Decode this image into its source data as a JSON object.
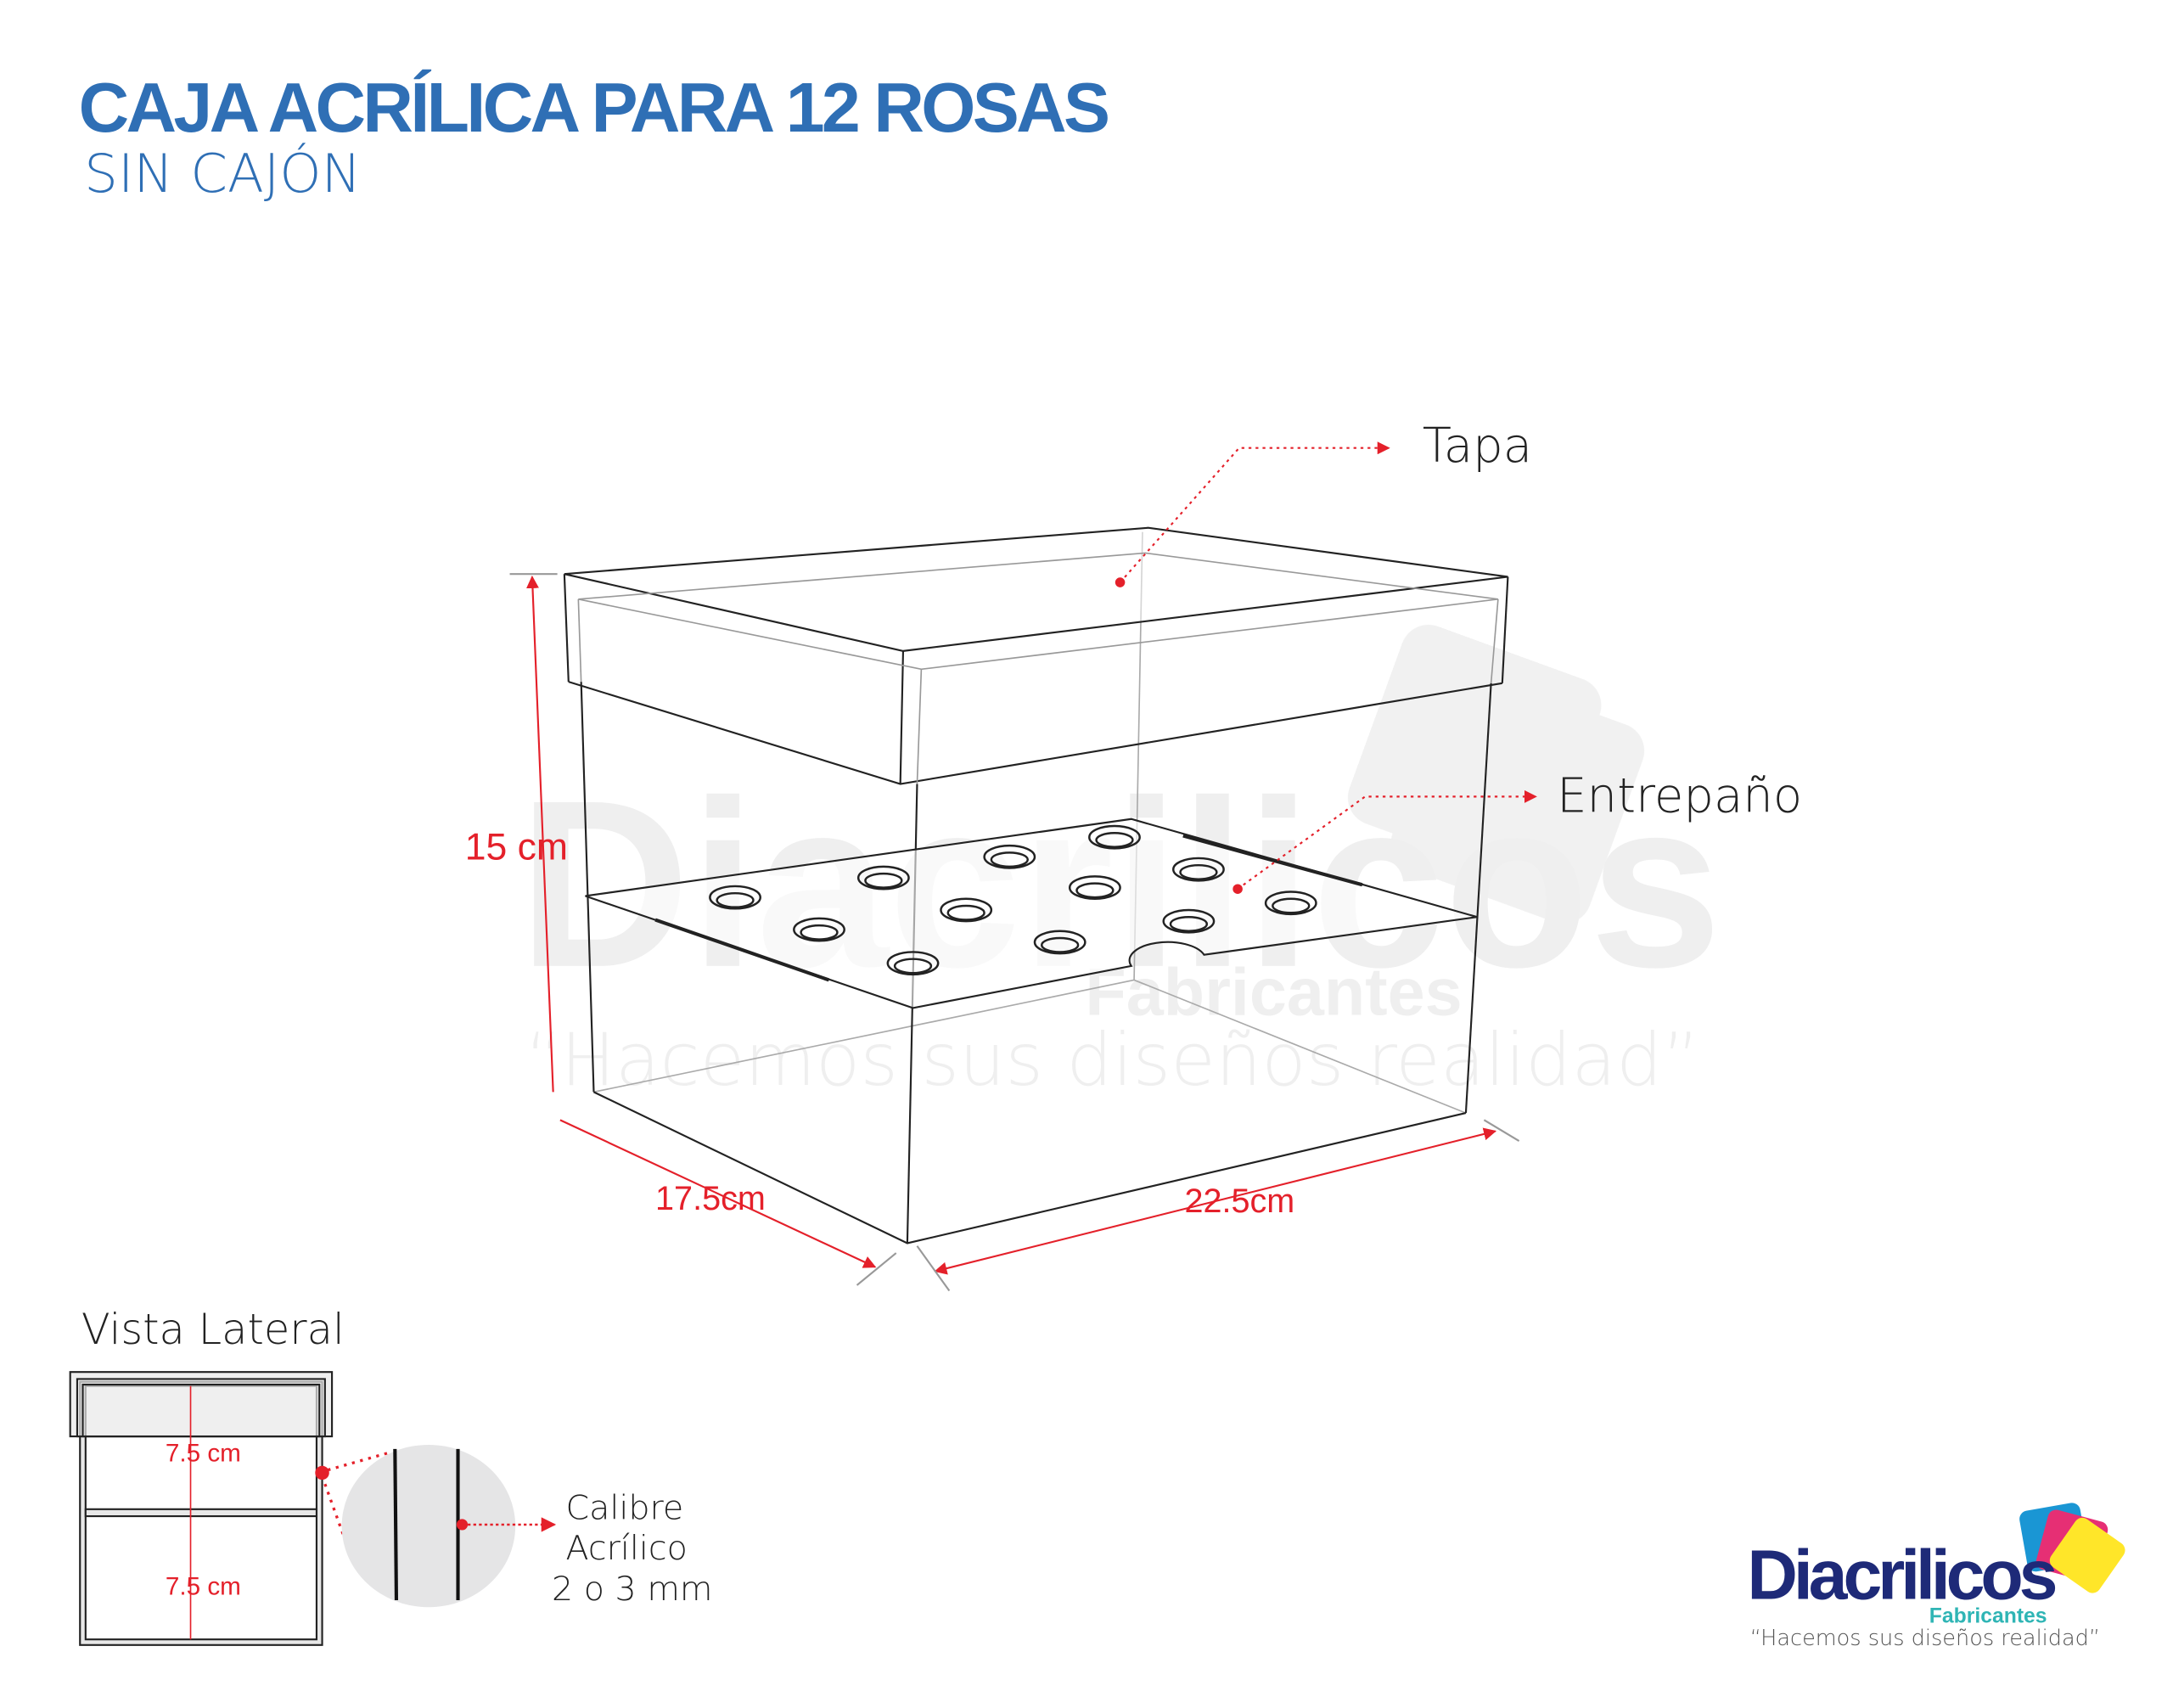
{
  "header": {
    "title": "CAJA ACRÍLICA PARA  12 ROSAS",
    "subtitle": "SIN CAJÓN"
  },
  "colors": {
    "title_blue": "#2f6fb5",
    "dimension_red": "#e4202a",
    "logo_navy": "#1e2a78",
    "logo_teal": "#2fb5b5",
    "logo_blue_square": "#1a96d4",
    "logo_pink_square": "#e62f74",
    "logo_yellow_square": "#ffe629"
  },
  "diagram": {
    "labels": {
      "lid": "Tapa",
      "shelf": "Entrepaño"
    },
    "dimensions": {
      "height": "15 cm",
      "depth": "17.5cm",
      "width": "22.5cm"
    },
    "rose_holes": 12
  },
  "watermark": {
    "brand": "Diacrilicos",
    "sub": "Fabricantes",
    "slogan": "“Hacemos sus diseños realidad”"
  },
  "side_view": {
    "title": "Vista Lateral",
    "upper_height": "7.5 cm",
    "lower_height": "7.5 cm",
    "callout_line1": "Calibre",
    "callout_line2": "Acrílico",
    "callout_line3": "2 o 3 mm"
  },
  "logo": {
    "brand": "Diacrilicos",
    "sub": "Fabricantes",
    "slogan": "“Hacemos sus diseños realidad”"
  }
}
